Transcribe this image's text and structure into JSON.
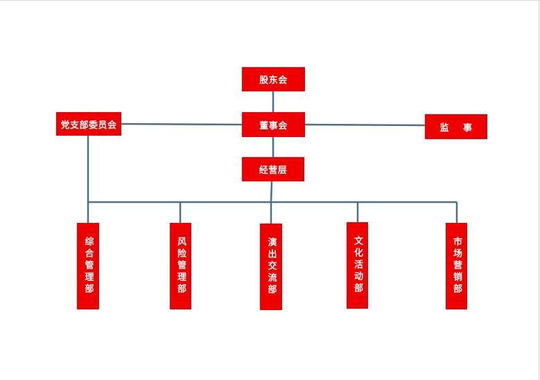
{
  "colors": {
    "box_fill": "#ee0000",
    "connector": "#4a6f93",
    "text": "#ffffff"
  },
  "nodes": {
    "shareholders": "股东会",
    "board": "董事会",
    "party_committee": "党支部委员会",
    "supervisor": "监    事",
    "management": "经营层"
  },
  "departments": [
    "综合管理部",
    "风险管理部",
    "演出交流部",
    "文化活动部",
    "市场营销部"
  ]
}
